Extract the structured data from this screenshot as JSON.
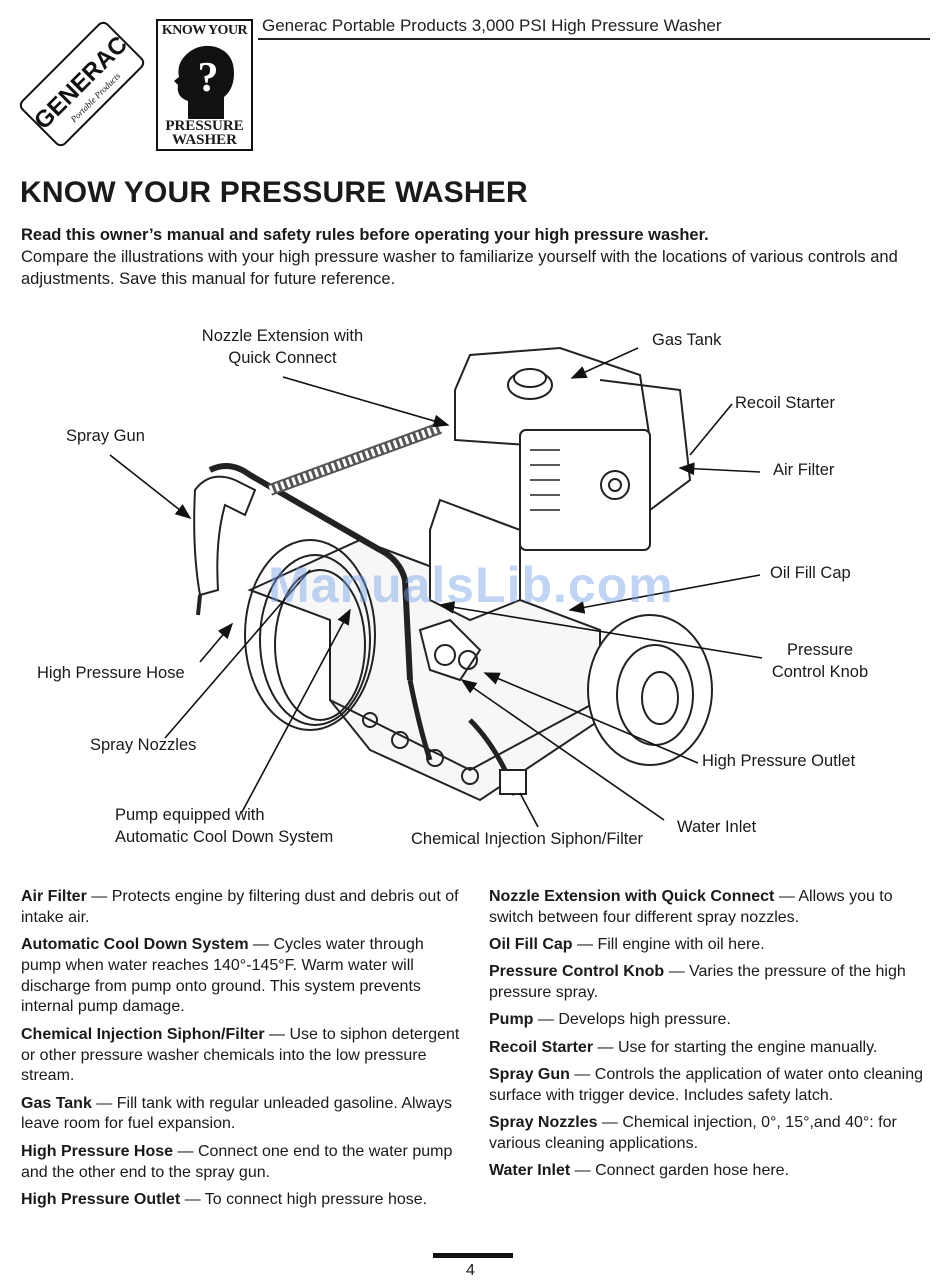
{
  "header": {
    "brand_logo_text": "GENERAC",
    "brand_logo_subtext": "Portable Products",
    "badge_top_text": "KNOW YOUR",
    "badge_bottom_text": "PRESSURE WASHER",
    "title": "Generac Portable Products 3,000 PSI High Pressure Washer"
  },
  "page_title": "KNOW YOUR PRESSURE WASHER",
  "intro": {
    "bold": "Read this owner’s manual and safety rules before operating your high pressure washer.",
    "text": "Compare the illustrations with your high pressure washer to familiarize yourself with the locations of various controls and adjustments. Save this manual for future reference."
  },
  "watermark": "ManualsLib.com",
  "callouts": {
    "nozzle_extension": [
      "Nozzle Extension with",
      "Quick Connect"
    ],
    "gas_tank": "Gas Tank",
    "recoil_starter": "Recoil Starter",
    "spray_gun": "Spray Gun",
    "air_filter": "Air Filter",
    "oil_fill_cap": "Oil Fill Cap",
    "pressure_control_knob": [
      "Pressure",
      "Control Knob"
    ],
    "high_pressure_hose": "High Pressure Hose",
    "spray_nozzles": "Spray Nozzles",
    "high_pressure_outlet": "High Pressure Outlet",
    "pump": [
      "Pump equipped with",
      "Automatic Cool Down System"
    ],
    "water_inlet": "Water Inlet",
    "chemical_injection": "Chemical Injection Siphon/Filter"
  },
  "glossary_left": [
    {
      "term": "Air Filter",
      "desc": " — Protects engine by filtering dust and debris out of intake air."
    },
    {
      "term": "Automatic Cool Down System",
      "desc": " — Cycles water through pump when water reaches 140°-145°F. Warm water will discharge from pump onto ground. This system prevents internal pump damage."
    },
    {
      "term": "Chemical Injection Siphon/Filter",
      "desc": " — Use to siphon detergent or other pressure washer chemicals into the low pressure stream."
    },
    {
      "term": "Gas Tank",
      "desc": " — Fill tank with regular unleaded gasoline. Always leave room for fuel expansion."
    },
    {
      "term": "High Pressure Hose",
      "desc": " — Connect one end to the water pump and the other end to the spray gun."
    },
    {
      "term": "High Pressure Outlet",
      "desc": " — To connect high pressure hose."
    }
  ],
  "glossary_right": [
    {
      "term": "Nozzle Extension with Quick Connect",
      "desc": " — Allows you to switch between four different spray nozzles."
    },
    {
      "term": "Oil Fill Cap",
      "desc": " — Fill engine with oil here."
    },
    {
      "term": "Pressure Control Knob",
      "desc": " — Varies the pressure of the high pressure spray."
    },
    {
      "term": "Pump",
      "desc": " — Develops high pressure."
    },
    {
      "term": "Recoil Starter",
      "desc": " — Use for starting the engine manually."
    },
    {
      "term": "Spray Gun",
      "desc": " — Controls the application of water onto cleaning surface with trigger device. Includes safety latch."
    },
    {
      "term": "Spray Nozzles",
      "desc": " — Chemical injection, 0°, 15°,and 40°: for various cleaning applications."
    },
    {
      "term": "Water Inlet",
      "desc": " — Connect garden hose here."
    }
  ],
  "page_number": "4"
}
